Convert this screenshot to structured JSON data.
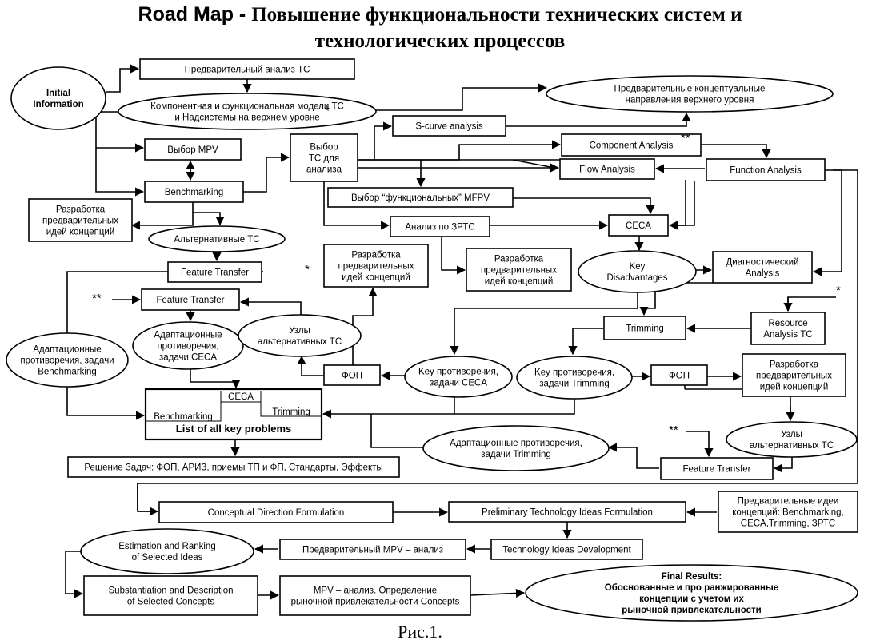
{
  "title": {
    "en": "Road Map",
    "sep": " - ",
    "ru_line1": "Повышение функциональности технических систем и",
    "ru_line2": "технологических процессов"
  },
  "caption": "Рис.1.",
  "nodes": [
    {
      "id": "initial",
      "lines": [
        "Initial",
        "Information"
      ],
      "bold": true
    },
    {
      "id": "pre_analysis",
      "lines": [
        "Предварительный анализ ТС"
      ]
    },
    {
      "id": "comp_func_models",
      "lines": [
        "Компонентная и функциональная модели ТС",
        "и Надсистемы на верхнем уровне"
      ],
      "star": "*"
    },
    {
      "id": "pre_concept_dirs",
      "lines": [
        "Предварительные концептуальные",
        "направления верхнего уровня"
      ]
    },
    {
      "id": "scurve",
      "lines": [
        "S-curve analysis"
      ]
    },
    {
      "id": "component_analysis",
      "lines": [
        "Component Analysis"
      ],
      "star": "**"
    },
    {
      "id": "flow_analysis",
      "lines": [
        "Flow Analysis"
      ]
    },
    {
      "id": "function_analysis",
      "lines": [
        "Function Analysis"
      ]
    },
    {
      "id": "select_mpv",
      "lines": [
        "Выбор MPV"
      ]
    },
    {
      "id": "select_ts",
      "lines": [
        "Выбор",
        "ТС для",
        "анализа"
      ]
    },
    {
      "id": "benchmarking",
      "lines": [
        "Benchmarking"
      ]
    },
    {
      "id": "select_func_mfpv",
      "lines": [
        "Выбор “функциональных” MFPV"
      ]
    },
    {
      "id": "dev_pre_ideas_1",
      "lines": [
        "Разработка",
        "предварительных",
        "идей концепций"
      ]
    },
    {
      "id": "alt_ts",
      "lines": [
        "Альтернативные ТС"
      ]
    },
    {
      "id": "analysis_3rts",
      "lines": [
        "Анализ по ЗРТС"
      ]
    },
    {
      "id": "ceca",
      "lines": [
        "CECA"
      ]
    },
    {
      "id": "dev_pre_ideas_2",
      "lines": [
        "Разработка",
        "предварительных",
        "идей концепций"
      ]
    },
    {
      "id": "dev_pre_ideas_3",
      "lines": [
        "Разработка",
        "предварительных",
        "идей концепций"
      ]
    },
    {
      "id": "key_disadvantages",
      "lines": [
        "Key",
        "Disadvantages"
      ]
    },
    {
      "id": "diagnostic_analysis",
      "lines": [
        "Диагностический",
        "Analysis"
      ]
    },
    {
      "id": "feature_transfer_1",
      "lines": [
        "Feature Transfer"
      ]
    },
    {
      "id": "feature_transfer_2",
      "lines": [
        "Feature Transfer"
      ]
    },
    {
      "id": "resource_analysis",
      "lines": [
        "Resource",
        "Analysis ТС"
      ]
    },
    {
      "id": "trimming",
      "lines": [
        "Trimming"
      ]
    },
    {
      "id": "adapt_bench",
      "lines": [
        "Адаптационные",
        "противоречия, задачи",
        "Benchmarking"
      ]
    },
    {
      "id": "adapt_ceca",
      "lines": [
        "Адаптационные",
        "противоречия,",
        "задачи CECA"
      ]
    },
    {
      "id": "alt_nodes_1",
      "lines": [
        "Узлы",
        "альтернативных ТС"
      ]
    },
    {
      "id": "fop_1",
      "lines": [
        "ФОП"
      ]
    },
    {
      "id": "key_contr_ceca",
      "lines": [
        "Key противоречия,",
        "задачи CECA"
      ]
    },
    {
      "id": "key_contr_trim",
      "lines": [
        "Key противоречия,",
        "задачи Trimming"
      ]
    },
    {
      "id": "fop_2",
      "lines": [
        "ФОП"
      ]
    },
    {
      "id": "dev_pre_ideas_4",
      "lines": [
        "Разработка",
        "предварительных",
        "идей концепций"
      ]
    },
    {
      "id": "key_problems",
      "lines": [
        "List of all key problems"
      ],
      "bold": true,
      "sub": [
        "Benchmarking",
        "CECA",
        "Trimming"
      ]
    },
    {
      "id": "alt_nodes_2",
      "lines": [
        "Узлы",
        "альтернативных ТС"
      ]
    },
    {
      "id": "adapt_trim",
      "lines": [
        "Адаптационные противоречия,",
        "задачи Trimming"
      ]
    },
    {
      "id": "feature_transfer_3",
      "lines": [
        "Feature Transfer"
      ]
    },
    {
      "id": "solving",
      "lines": [
        "Решение Задач: ФОП, АРИЗ, приемы ТП и ФП, Стандарты, Эффекты"
      ]
    },
    {
      "id": "conceptual_direction",
      "lines": [
        "Conceptual Direction Formulation"
      ]
    },
    {
      "id": "prelim_tech_ideas",
      "lines": [
        "Preliminary Technology Ideas Formulation"
      ]
    },
    {
      "id": "prelim_ideas_concepts",
      "lines": [
        "Предварительные идеи",
        "концепций: Benchmarking,",
        "CECA,Trimming, ЗРТС"
      ]
    },
    {
      "id": "estimation_ranking",
      "lines": [
        "Estimation and Ranking",
        "of Selected Ideas"
      ]
    },
    {
      "id": "prelim_mpv",
      "lines": [
        "Предварительный MPV – анализ"
      ]
    },
    {
      "id": "tech_ideas_dev",
      "lines": [
        "Technology Ideas Development"
      ]
    },
    {
      "id": "substantiation",
      "lines": [
        "Substantiation and Description",
        "of Selected Concepts"
      ]
    },
    {
      "id": "mpv_market",
      "lines": [
        "MPV – анализ. Определение",
        "рыночной привлекательности Concepts"
      ]
    },
    {
      "id": "final_results",
      "lines": [
        "Final Results:",
        "Обоснованные и про ранжированные",
        "концепции с учетом их",
        "рыночной привлекательности"
      ],
      "bold": true
    }
  ],
  "markers": [
    {
      "id": "star_ft1",
      "text": "*"
    },
    {
      "id": "star_ft2",
      "text": "**"
    },
    {
      "id": "star_res",
      "text": "*"
    },
    {
      "id": "star_ft3",
      "text": "**"
    }
  ]
}
